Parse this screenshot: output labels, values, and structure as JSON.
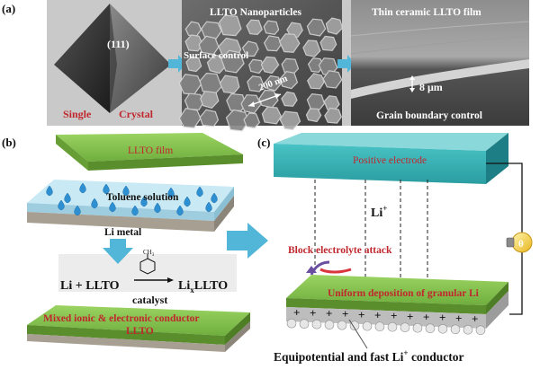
{
  "panel_a": {
    "label": "(a)",
    "crystal": {
      "face": "(111)",
      "word1": "Single",
      "word2": "Crystal"
    },
    "arrow1_label": "Surface control",
    "sem_nano": {
      "title": "LLTO Nanoparticles",
      "scale": "200 nm"
    },
    "sem_film": {
      "title": "Thin ceramic LLTO film",
      "scale": "8 μm",
      "caption": "Grain boundary control"
    }
  },
  "panel_b": {
    "label": "(b)",
    "film_label": "LLTO film",
    "solution_label": "Toluene solution",
    "metal_label": "Li metal",
    "reaction": {
      "reactant": "Li + LLTO",
      "molecule": "CH",
      "molecule_sub": "3",
      "product_prefix": "Li",
      "product_sub": "x",
      "product_suffix": "LLTO",
      "catalyst": "catalyst"
    },
    "result_line1": "Mixed ionic & electronic conductor",
    "result_line2": "LLTO"
  },
  "panel_c": {
    "label": "(c)",
    "electrode_label": "Positive electrode",
    "ion": "Li",
    "ion_charge": "+",
    "block_label": "Block electrolyte attack",
    "deposition_label": "Uniform deposition of granular Li",
    "caption_prefix": "Equipotential and fast Li",
    "caption_sup": "+",
    "caption_suffix": " conductor",
    "charge_symbol": "+",
    "bulb_symbol": "θ"
  },
  "colors": {
    "green": "#7ab648",
    "green_dark": "#5a8e2c",
    "teal": "#2aa5a9",
    "teal_dark": "#1d7f85",
    "red_text": "#c0282e",
    "arrow_blue": "#52b6d8"
  }
}
